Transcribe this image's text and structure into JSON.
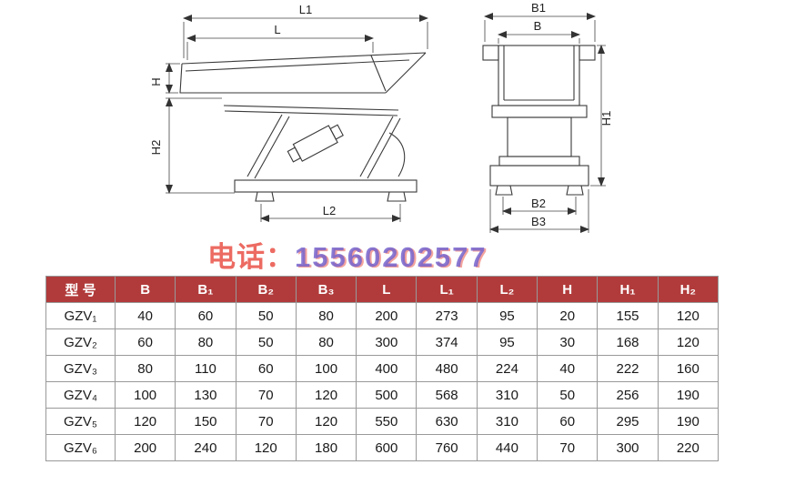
{
  "drawing": {
    "labels": {
      "l1": "L1",
      "l": "L",
      "h": "H",
      "h2": "H2",
      "l2": "L2",
      "b1": "B1",
      "b": "B",
      "h1": "H1",
      "b2": "B2",
      "b3": "B3"
    }
  },
  "watermark": {
    "label": "电话：",
    "phone": "15560202577"
  },
  "table": {
    "header_bg": "#b13b3b",
    "columns": [
      "型 号",
      "B",
      "B₁",
      "B₂",
      "B₃",
      "L",
      "L₁",
      "L₂",
      "H",
      "H₁",
      "H₂"
    ],
    "rows": [
      [
        "GZV₁",
        "40",
        "60",
        "50",
        "80",
        "200",
        "273",
        "95",
        "20",
        "155",
        "120"
      ],
      [
        "GZV₂",
        "60",
        "80",
        "50",
        "80",
        "300",
        "374",
        "95",
        "30",
        "168",
        "120"
      ],
      [
        "GZV₃",
        "80",
        "110",
        "60",
        "100",
        "400",
        "480",
        "224",
        "40",
        "222",
        "160"
      ],
      [
        "GZV₄",
        "100",
        "130",
        "70",
        "120",
        "500",
        "568",
        "310",
        "50",
        "256",
        "190"
      ],
      [
        "GZV₅",
        "120",
        "150",
        "70",
        "120",
        "550",
        "630",
        "310",
        "60",
        "295",
        "190"
      ],
      [
        "GZV₆",
        "200",
        "240",
        "120",
        "180",
        "600",
        "760",
        "440",
        "70",
        "300",
        "220"
      ]
    ]
  }
}
